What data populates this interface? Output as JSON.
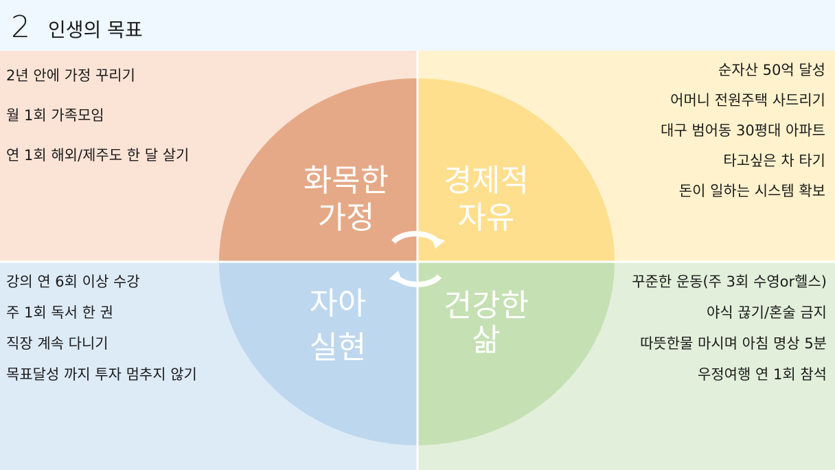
{
  "header": {
    "number": "2",
    "title": "인생의 목표"
  },
  "segments": {
    "top_left": {
      "label_line1": "화목한",
      "label_line2": "가정",
      "color": "#e5a987",
      "items": [
        "2년 안에 가정 꾸리기",
        "월 1회 가족모임",
        "연 1회 해외/제주도 한 달 살기"
      ]
    },
    "top_right": {
      "label_line1": "경제적",
      "label_line2": "자유",
      "color": "#fddf8e",
      "items": [
        "순자산 50억 달성",
        "어머니 전원주택 사드리기",
        "대구 범어동 30평대 아파트",
        "타고싶은 차 타기",
        "돈이 일하는 시스템 확보"
      ]
    },
    "bottom_left": {
      "label_line1": "자아",
      "label_line2": "실현",
      "color": "#bdd7ee",
      "items": [
        "강의 연 6회 이상 수강",
        "주 1회 독서 한 권",
        "직장 계속 다니기",
        "목표달성 까지 투자 멈추지 않기"
      ]
    },
    "bottom_right": {
      "label_line1": "건강한",
      "label_line2": "삶",
      "color": "#c5e0b3",
      "items": [
        "꾸준한 운동(주 3회 수영or헬스)",
        "야식 끊기/혼술 금지",
        "따뜻한물 마시며 아침 명상 5분",
        "우정여행 연 1회 참석"
      ]
    }
  }
}
